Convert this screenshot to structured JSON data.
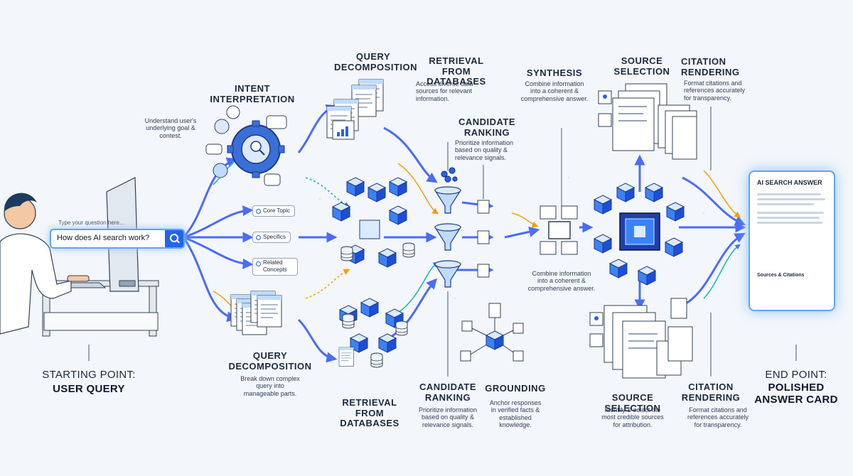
{
  "start": {
    "title": "STARTING POINT:",
    "subtitle": "USER QUERY",
    "placeholder": "Type your question here...",
    "query": "How does AI search work?"
  },
  "intent": {
    "title_line1": "INTENT",
    "title_line2": "INTERPRETATION",
    "desc_line1": "Understand user's",
    "desc_line2": "underlying goal &",
    "desc_line3": "contest."
  },
  "subtopics": [
    "Core Topic",
    "Specifics",
    "Related Concepts"
  ],
  "decomp_top": {
    "line1": "QUERY",
    "line2": "DECOMPOSITION"
  },
  "decomp_bottom": {
    "line1": "QUERY",
    "line2": "DECOMPOSITION",
    "desc_line1": "Break down complex",
    "desc_line2": "query into",
    "desc_line3": "manageable parts."
  },
  "retrieval_top": {
    "line1": "RETRIEVAL",
    "line2": "FROM DATABASES",
    "desc_line1": "Access diverse data",
    "desc_line2": "sources for relevant",
    "desc_line3": "information."
  },
  "retrieval_bottom": {
    "line1": "RETRIEVAL",
    "line2": "FROM",
    "line3": "DATABASES"
  },
  "ranking_top": {
    "line1": "CANDIDATE",
    "line2": "RANKING",
    "desc_line1": "Prioritize information",
    "desc_line2": "based on quality &",
    "desc_line3": "relevance signals."
  },
  "ranking_bottom": {
    "line1": "CANDIDATE",
    "line2": "RANKING",
    "desc_line1": "Prioritize information",
    "desc_line2": "based on quality &",
    "desc_line3": "relevance signals."
  },
  "grounding": {
    "title": "GROUNDING",
    "desc_line1": "Anchor responses",
    "desc_line2": "in verified facts &",
    "desc_line3": "established",
    "desc_line4": "knowledge."
  },
  "synthesis": {
    "title": "SYNTHESIS",
    "desc_line1": "Combine information",
    "desc_line2": "into a coherent &",
    "desc_line3": "comprehensive answer."
  },
  "synthesis_mid": {
    "desc_line1": "Combine information",
    "desc_line2": "into a coherent &",
    "desc_line3": "comprehensive answer."
  },
  "source_top": {
    "line1": "SOURCE",
    "line2": "SELECTION"
  },
  "source_bottom": {
    "title": "SOURCE SELECTION",
    "desc_line1": "Identify & select the",
    "desc_line2": "most credible sources",
    "desc_line3": "for attribution."
  },
  "citation_top": {
    "line1": "CITATION",
    "line2": "RENDERING",
    "desc_line1": "Format citations and",
    "desc_line2": "references accurately",
    "desc_line3": "for transparency."
  },
  "citation_bottom": {
    "line1": "CITATION",
    "line2": "RENDERING",
    "desc_line1": "Format citations and",
    "desc_line2": "references accurately",
    "desc_line3": "for transparency."
  },
  "answer_card": {
    "title": "AI SEARCH ANSWER",
    "sources_label": "Sources & Citations"
  },
  "end": {
    "title": "END POINT:",
    "line1": "POLISHED",
    "line2": "ANSWER CARD"
  },
  "colors": {
    "flow": "#4a6cf7",
    "accent": "#f59e0b",
    "teal": "#14b8a6",
    "cube": "#3b6fd8",
    "background": "#f3f6fb"
  }
}
